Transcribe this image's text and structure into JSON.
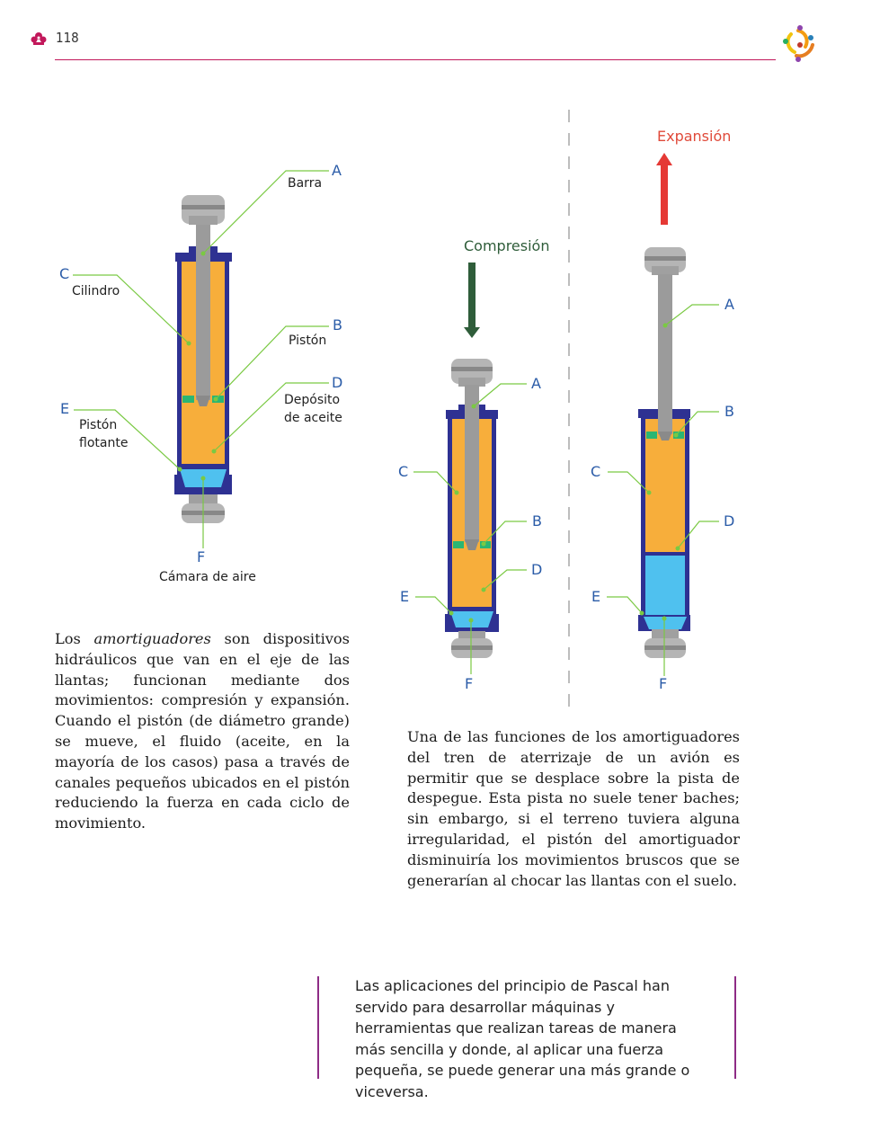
{
  "header": {
    "page_number": "118",
    "accent_color": "#c2185b"
  },
  "figure_left": {
    "A": {
      "letter": "A",
      "label": "Barra"
    },
    "B": {
      "letter": "B",
      "label": "Pistón"
    },
    "C": {
      "letter": "C",
      "label": "Cilindro"
    },
    "D": {
      "letter": "D",
      "label_line1": "Depósito",
      "label_line2": "de aceite"
    },
    "E": {
      "letter": "E",
      "label_line1": "Pistón",
      "label_line2": "flotante"
    },
    "F": {
      "letter": "F",
      "label": "Cámara de aire"
    }
  },
  "figure_compression": {
    "title": "Compresión",
    "letters": {
      "A": "A",
      "B": "B",
      "C": "C",
      "D": "D",
      "E": "E",
      "F": "F"
    }
  },
  "figure_expansion": {
    "title": "Expansión",
    "letters": {
      "A": "A",
      "B": "B",
      "C": "C",
      "D": "D",
      "E": "E",
      "F": "F"
    }
  },
  "colors": {
    "oil": "#f7ae3b",
    "air": "#4fc1ef",
    "cylinder": "#2e3192",
    "rod": "#9b9b9b",
    "leader": "#7ac943",
    "compression_arrow": "#2f5d3a",
    "expansion_arrow": "#e53935",
    "box_rule": "#8e2c86"
  },
  "left_paragraph": {
    "intro": "Los ",
    "em": "amortiguadores",
    "rest": " son dispositivos hidráulicos que van en el eje de las llantas; funcionan mediante dos movimientos: compresión y expansión. Cuando el pistón (de diámetro grande) se mueve, el fluido (aceite, en la mayoría de los casos) pasa a través de canales pequeños ubicados en el pistón reduciendo la fuerza en cada ciclo de movimiento."
  },
  "right_paragraph": "Una de las funciones de los amortiguadores del tren de aterrizaje de un avión es permitir que se desplace sobre la pista de despegue. Esta pista no suele tener baches; sin embargo, si el terreno tuviera alguna irregularidad, el pistón del amortiguador disminuiría los movimientos bruscos que se generarían al chocar las llantas con el suelo.",
  "box_text": "Las aplicaciones del principio de Pascal han servido para desarrollar máquinas y herramientas que realizan tareas de manera más sencilla y donde, al aplicar una fuerza pequeña, se puede generar una más grande o viceversa."
}
